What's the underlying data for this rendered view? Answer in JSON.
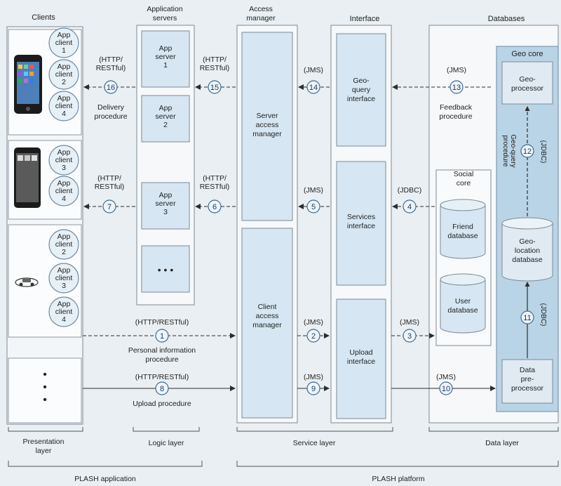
{
  "columns": {
    "clients": "Clients",
    "app_servers": [
      "Application",
      "servers"
    ],
    "access_manager": [
      "Access",
      "manager"
    ],
    "interface": "Interface",
    "databases": "Databases"
  },
  "app_clients": [
    {
      "line1": "App",
      "line2": "client",
      "line3": "1"
    },
    {
      "line1": "App",
      "line2": "client",
      "line3": "2"
    },
    {
      "line1": "App",
      "line2": "client",
      "line3": "4"
    },
    {
      "line1": "App",
      "line2": "client",
      "line3": "3"
    },
    {
      "line1": "App",
      "line2": "client",
      "line3": "4"
    },
    {
      "line1": "App",
      "line2": "client",
      "line3": "2"
    },
    {
      "line1": "App",
      "line2": "client",
      "line3": "3"
    },
    {
      "line1": "App",
      "line2": "client",
      "line3": "4"
    }
  ],
  "app_servers": [
    {
      "line1": "App",
      "line2": "server",
      "line3": "1"
    },
    {
      "line1": "App",
      "line2": "server",
      "line3": "2"
    },
    {
      "line1": "App",
      "line2": "server",
      "line3": "3"
    }
  ],
  "ellipsis": "• • •",
  "vertical_ellipsis": [
    "•",
    "•",
    "•"
  ],
  "access": {
    "server": [
      "Server",
      "access",
      "manager"
    ],
    "client": [
      "Client",
      "access",
      "manager"
    ]
  },
  "interfaces": {
    "geo_query": [
      "Geo-",
      "query",
      "interface"
    ],
    "services": [
      "Services",
      "interface"
    ],
    "upload": [
      "Upload",
      "interface"
    ]
  },
  "social_core": {
    "title": [
      "Social",
      "core"
    ],
    "friend_db": [
      "Friend",
      "database"
    ],
    "user_db": [
      "User",
      "database"
    ]
  },
  "geo_core": {
    "title": "Geo core",
    "processor": [
      "Geo-",
      "processor"
    ],
    "location_db": [
      "Geo-",
      "location",
      "database"
    ],
    "preprocessor": [
      "Data",
      "pre-",
      "processor"
    ],
    "geo_query_procedure": [
      "Geo-query",
      "procedure"
    ]
  },
  "protocols": {
    "http_restful": [
      "(HTTP/",
      "RESTful)"
    ],
    "http_restful_one": "(HTTP/RESTful)",
    "jms": "(JMS)",
    "jdbc": "(JDBC)"
  },
  "procedures": {
    "delivery": [
      "Delivery",
      "procedure"
    ],
    "feedback": [
      "Feedback",
      "procedure"
    ],
    "personal": "Personal information",
    "personal2": "procedure",
    "upload": "Upload procedure"
  },
  "steps": [
    "1",
    "2",
    "3",
    "4",
    "5",
    "6",
    "7",
    "8",
    "9",
    "10",
    "11",
    "12",
    "13",
    "14",
    "15",
    "16"
  ],
  "layers": {
    "presentation": [
      "Presentation",
      "layer"
    ],
    "logic": "Logic layer",
    "service": "Service layer",
    "data": "Data layer"
  },
  "bottom": {
    "application": "PLASH application",
    "platform": "PLASH platform"
  }
}
